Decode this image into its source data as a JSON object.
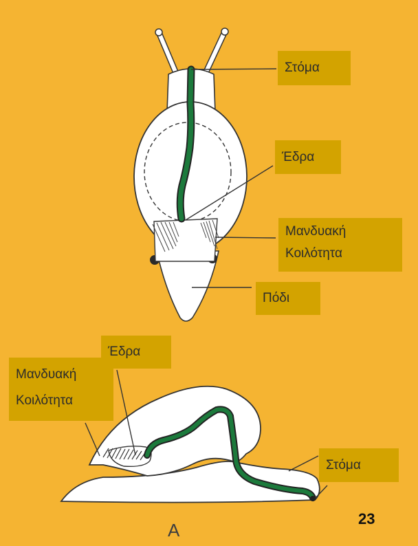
{
  "top_view": {
    "labels": {
      "mouth": "Στόμα",
      "anus": "Έδρα",
      "mantle_cavity_line1": "Μανδυακή",
      "mantle_cavity_line2": "Κοιλότητα",
      "foot": "Πόδι"
    }
  },
  "side_view": {
    "labels": {
      "anus": "Έδρα",
      "mantle_cavity_line1": "Μανδυακή",
      "mantle_cavity_line2": "Κοιλότητα",
      "mouth": "Στόμα"
    }
  },
  "figure_letter": "A",
  "page_number": "23",
  "colors": {
    "background": "#f5b432",
    "label_box": "#d3a300",
    "gut": "#1c7a3c",
    "body": "#ffffff"
  }
}
